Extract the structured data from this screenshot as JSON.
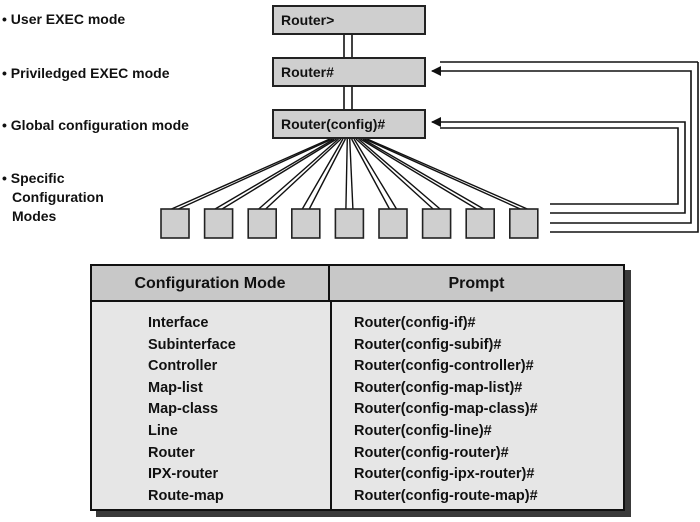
{
  "modes": [
    {
      "label": "• User EXEC mode",
      "prompt": "Router>"
    },
    {
      "label": "• Priviledged EXEC mode",
      "prompt": "Router#"
    },
    {
      "label": "• Global configuration mode",
      "prompt": "Router(config)#"
    }
  ],
  "specific_label": [
    "• Specific",
    "Configuration",
    "Modes"
  ],
  "table": {
    "headers": [
      "Configuration Mode",
      "Prompt"
    ],
    "rows": [
      {
        "mode": "Interface",
        "prompt": "Router(config-if)#"
      },
      {
        "mode": "Subinterface",
        "prompt": "Router(config-subif)#"
      },
      {
        "mode": "Controller",
        "prompt": "Router(config-controller)#"
      },
      {
        "mode": "Map-list",
        "prompt": "Router(config-map-list)#"
      },
      {
        "mode": "Map-class",
        "prompt": "Router(config-map-class)#"
      },
      {
        "mode": "Line",
        "prompt": "Router(config-line)#"
      },
      {
        "mode": "Router",
        "prompt": "Router(config-router)#"
      },
      {
        "mode": "IPX-router",
        "prompt": "Router(config-ipx-router)#"
      },
      {
        "mode": "Route-map",
        "prompt": "Router(config-route-map)#"
      }
    ]
  }
}
